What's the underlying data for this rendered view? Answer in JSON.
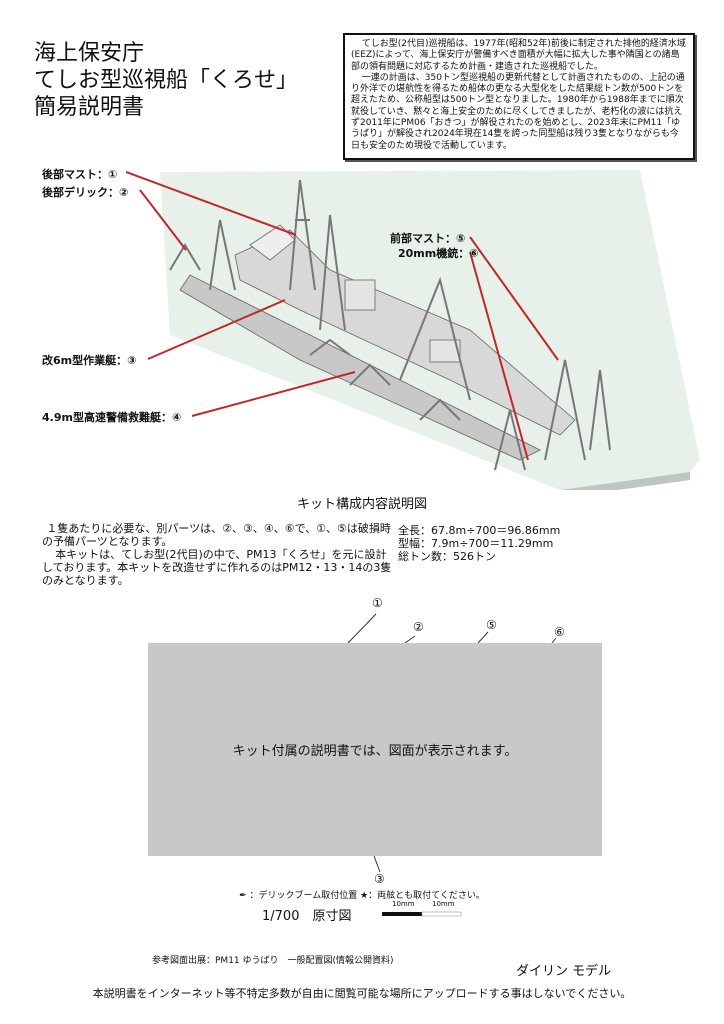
{
  "title": {
    "line1": "海上保安庁",
    "line2": "てしお型巡視船「くろせ」",
    "line3": "簡易説明書"
  },
  "info_box": {
    "p1": "てしお型(2代目)巡視船は、1977年(昭和52年)前後に制定された排他的経済水域(EEZ)によって、海上保安庁が警備すべき面積が大幅に拡大した事や隣国との諸島部の領有問題に対応するため計画・建造された巡視船でした。",
    "p2": "一連の計画は、350トン型巡視船の更新代替として計画されたものの、上記の通り外洋での堪航性を得るため船体の更なる大型化をした結果総トン数が500トンを超えたため、公称船型は500トン型となりました。1980年から1988年までに順次就役していき、黙々と海上安全のために尽くしてきましたが、老朽化の波には抗えず2011年にPM06「おきつ」が解役されたのを始めとし、2023年末にPM11「ゆうばり」が解役され2024年現在14隻を誇った同型船は残り3隻となりながらも今日も安全のため現役で活動しています。"
  },
  "diagram": {
    "labels": [
      {
        "text": "後部マスト：①"
      },
      {
        "text": "後部デリック：②"
      },
      {
        "text": "改6m型作業艇：③"
      },
      {
        "text": "4.9m型高速警備救難艇：④"
      },
      {
        "text": "前部マスト：⑤"
      },
      {
        "text": "20mm機銃：⑥"
      }
    ],
    "caption": "キット構成内容説明図",
    "leader_color": "#c0282a",
    "plate_color": "#e8f0ea"
  },
  "notes": {
    "p1": "１隻あたりに必要な、別パーツは、②、③、④、⑥で、①、⑤は破損時の予備パーツとなります。",
    "p2": "本キットは、てしお型(2代目)の中で、PM13「くろせ」を元に設計しております。本キットを改造せずに作れるのはPM12・13・14の3隻のみとなります。"
  },
  "specs": [
    "全長：67.8m÷700＝96.86mm",
    "型幅：7.9m÷700＝11.29mm",
    "総トン数：526トン"
  ],
  "drawing": {
    "placeholder": "キット付属の説明書では、図面が表示されます。",
    "markers": [
      "①",
      "②",
      "⑤",
      "⑥",
      "③"
    ],
    "legend": "：デリックブーム取付位置 ★：両舷とも取付てください。",
    "scale_title": "1/700　原寸図",
    "scale_ticks": [
      "10mm",
      "10mm"
    ]
  },
  "source": "参考図面出展：PM11 ゆうばり　一般配置図(情報公開資料)",
  "brand": "ダイリン モデル",
  "warning": "本説明書をインターネット等不特定多数が自由に閲覧可能な場所にアップロードする事はしないでください。"
}
